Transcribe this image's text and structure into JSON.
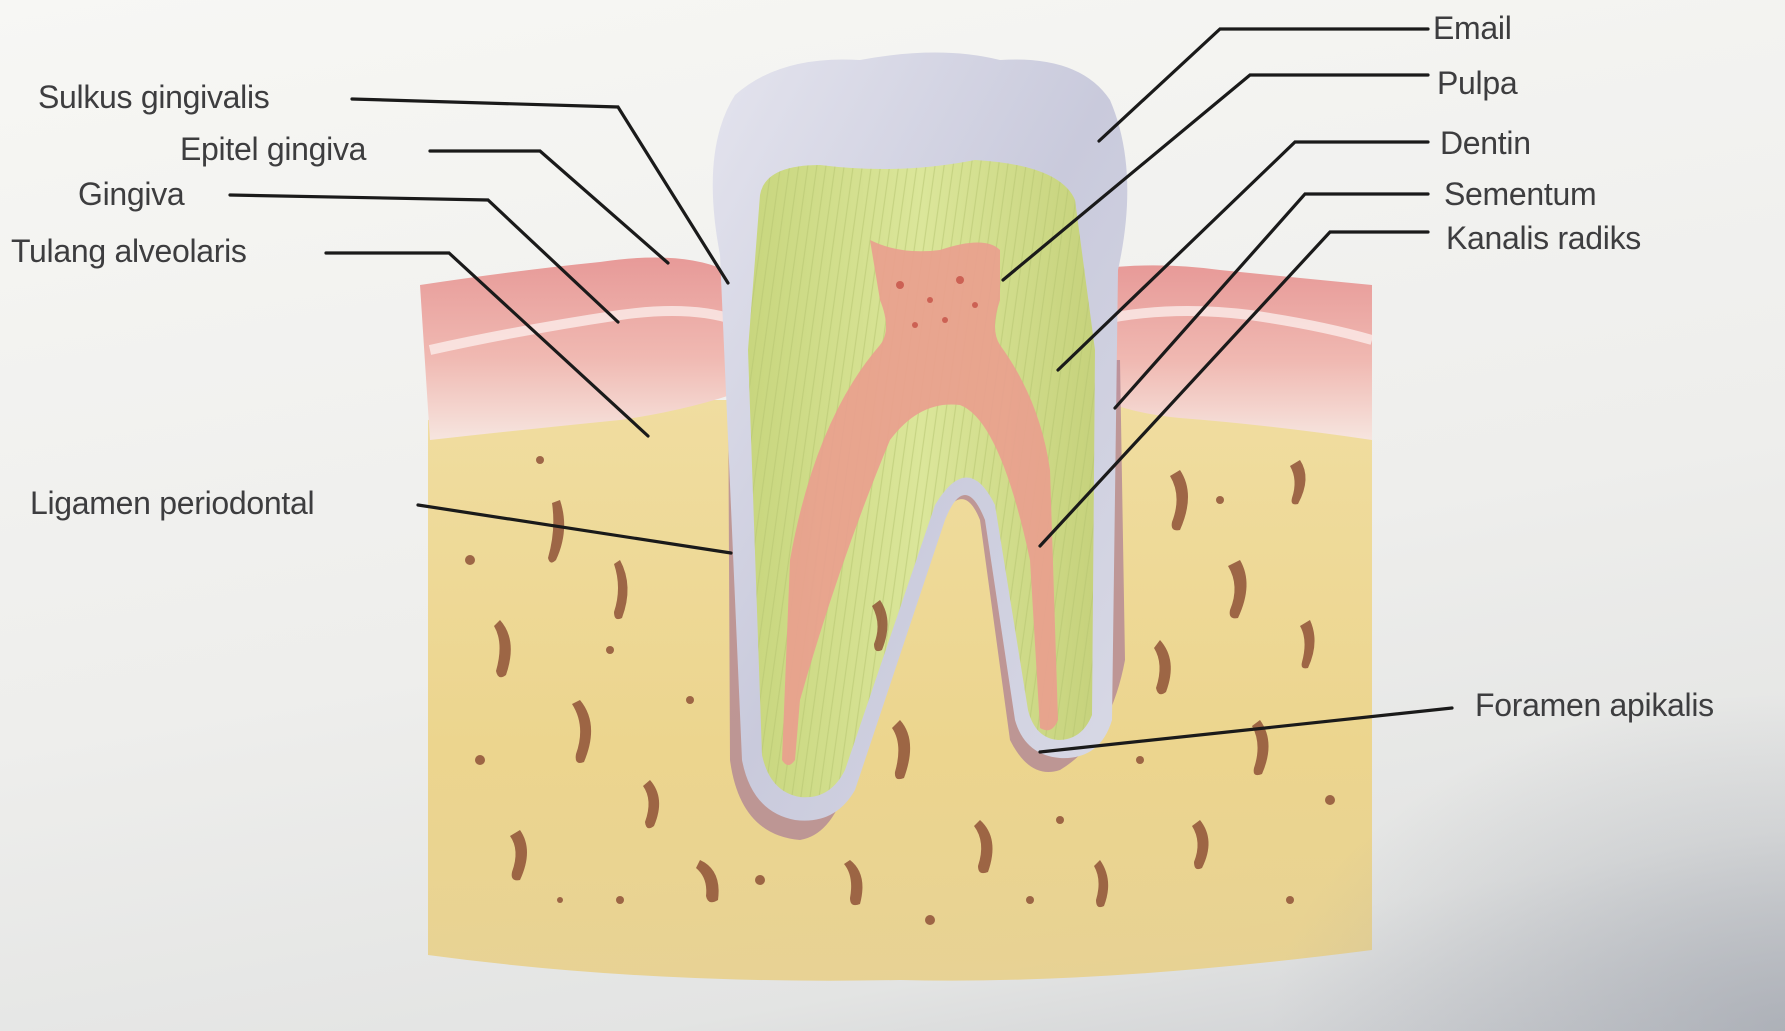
{
  "diagram": {
    "labels_left": [
      {
        "key": "sulkus",
        "text": "Sulkus gingivalis"
      },
      {
        "key": "epitel",
        "text": "Epitel gingiva"
      },
      {
        "key": "gingiva",
        "text": "Gingiva"
      },
      {
        "key": "tulang",
        "text": "Tulang alveolaris"
      },
      {
        "key": "ligamen",
        "text": "Ligamen periodontal"
      }
    ],
    "labels_right": [
      {
        "key": "email",
        "text": "Email"
      },
      {
        "key": "pulpa",
        "text": "Pulpa"
      },
      {
        "key": "dentin",
        "text": "Dentin"
      },
      {
        "key": "sementum",
        "text": "Sementum"
      },
      {
        "key": "kanalis",
        "text": "Kanalis radiks"
      },
      {
        "key": "foramen",
        "text": "Foramen apikalis"
      }
    ]
  },
  "colors": {
    "bone": "#ecd58e",
    "bone_pores": "#8a4a32",
    "gingiva": "#eaa4a0",
    "enamel": "#cfd0e0",
    "dentin": "#cfdc86",
    "pulp": "#e9a08e",
    "leader": "#1a1a1a"
  }
}
